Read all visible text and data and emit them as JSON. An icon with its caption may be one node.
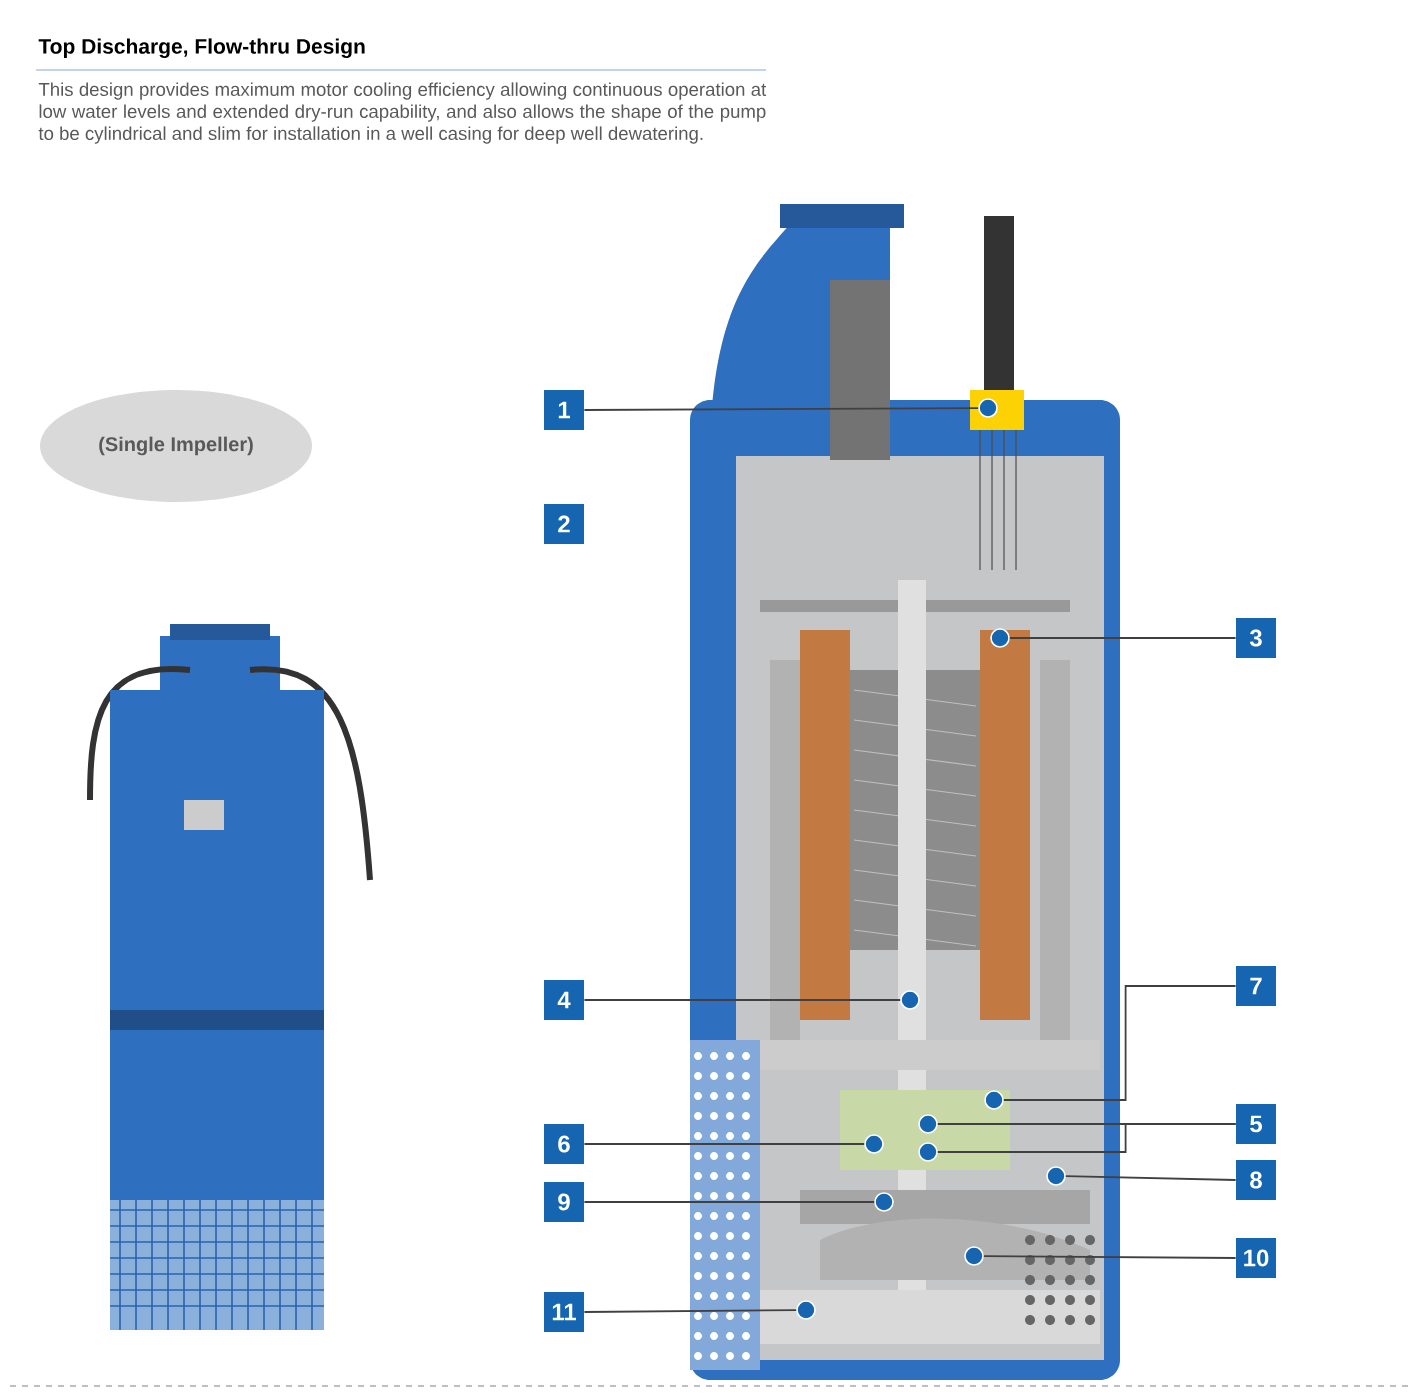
{
  "diagram": {
    "title": "Top Discharge, Flow-thru Design",
    "nodes": [
      {
        "text": [
          "(Single Impeller)"
        ]
      },
      {
        "text": [
          "1"
        ]
      },
      {
        "text": [
          "2"
        ]
      },
      {
        "text": [
          "3"
        ]
      },
      {
        "text": [
          "4"
        ]
      },
      {
        "text": [
          "5"
        ]
      },
      {
        "text": [
          "6"
        ]
      },
      {
        "text": [
          "7"
        ]
      },
      {
        "text": [
          "8"
        ]
      },
      {
        "text": [
          "9"
        ]
      },
      {
        "text": [
          "10"
        ]
      },
      {
        "text": [
          "11"
        ]
      },
      {
        "text": [],
        "shape": "circle"
      },
      {
        "text": [],
        "shape": "circle"
      },
      {
        "text": [],
        "shape": "circle"
      },
      {
        "text": [],
        "shape": "circle"
      },
      {
        "text": [],
        "shape": "circle"
      },
      {
        "text": [],
        "shape": "circle"
      },
      {
        "text": [],
        "shape": "circle"
      },
      {
        "text": [],
        "shape": "circle"
      },
      {
        "text": [],
        "shape": "circle"
      },
      {
        "text": [],
        "shape": "circle"
      },
      {
        "text": [],
        "shape": "circle"
      }
    ],
    "edges": [
      {
        "from": 1,
        "to": 12,
        "arrow": "none"
      },
      {
        "from": 3,
        "to": 13,
        "arrow": "none"
      },
      {
        "from": 4,
        "to": 14,
        "arrow": "none"
      },
      {
        "from": 5,
        "to": 15,
        "arrow": "none"
      },
      {
        "from": 5,
        "to": 16,
        "arrow": "none"
      },
      {
        "from": 6,
        "to": 17,
        "arrow": "none"
      },
      {
        "from": 7,
        "to": 18,
        "arrow": "none"
      },
      {
        "from": 8,
        "to": 19,
        "arrow": "none"
      },
      {
        "from": 9,
        "to": 20,
        "arrow": "none"
      },
      {
        "from": 10,
        "to": 21,
        "arrow": "none"
      },
      {
        "from": 11,
        "to": 22,
        "arrow": "none"
      }
    ],
    "labels": [
      "This design provides maximum motor cooling efficiency allowing continuous operation at low water levels and extended dry-run capability, and also allows the shape of the pump to be cylindrical and slim for installation in a well casing for deep well dewatering."
    ]
  }
}
